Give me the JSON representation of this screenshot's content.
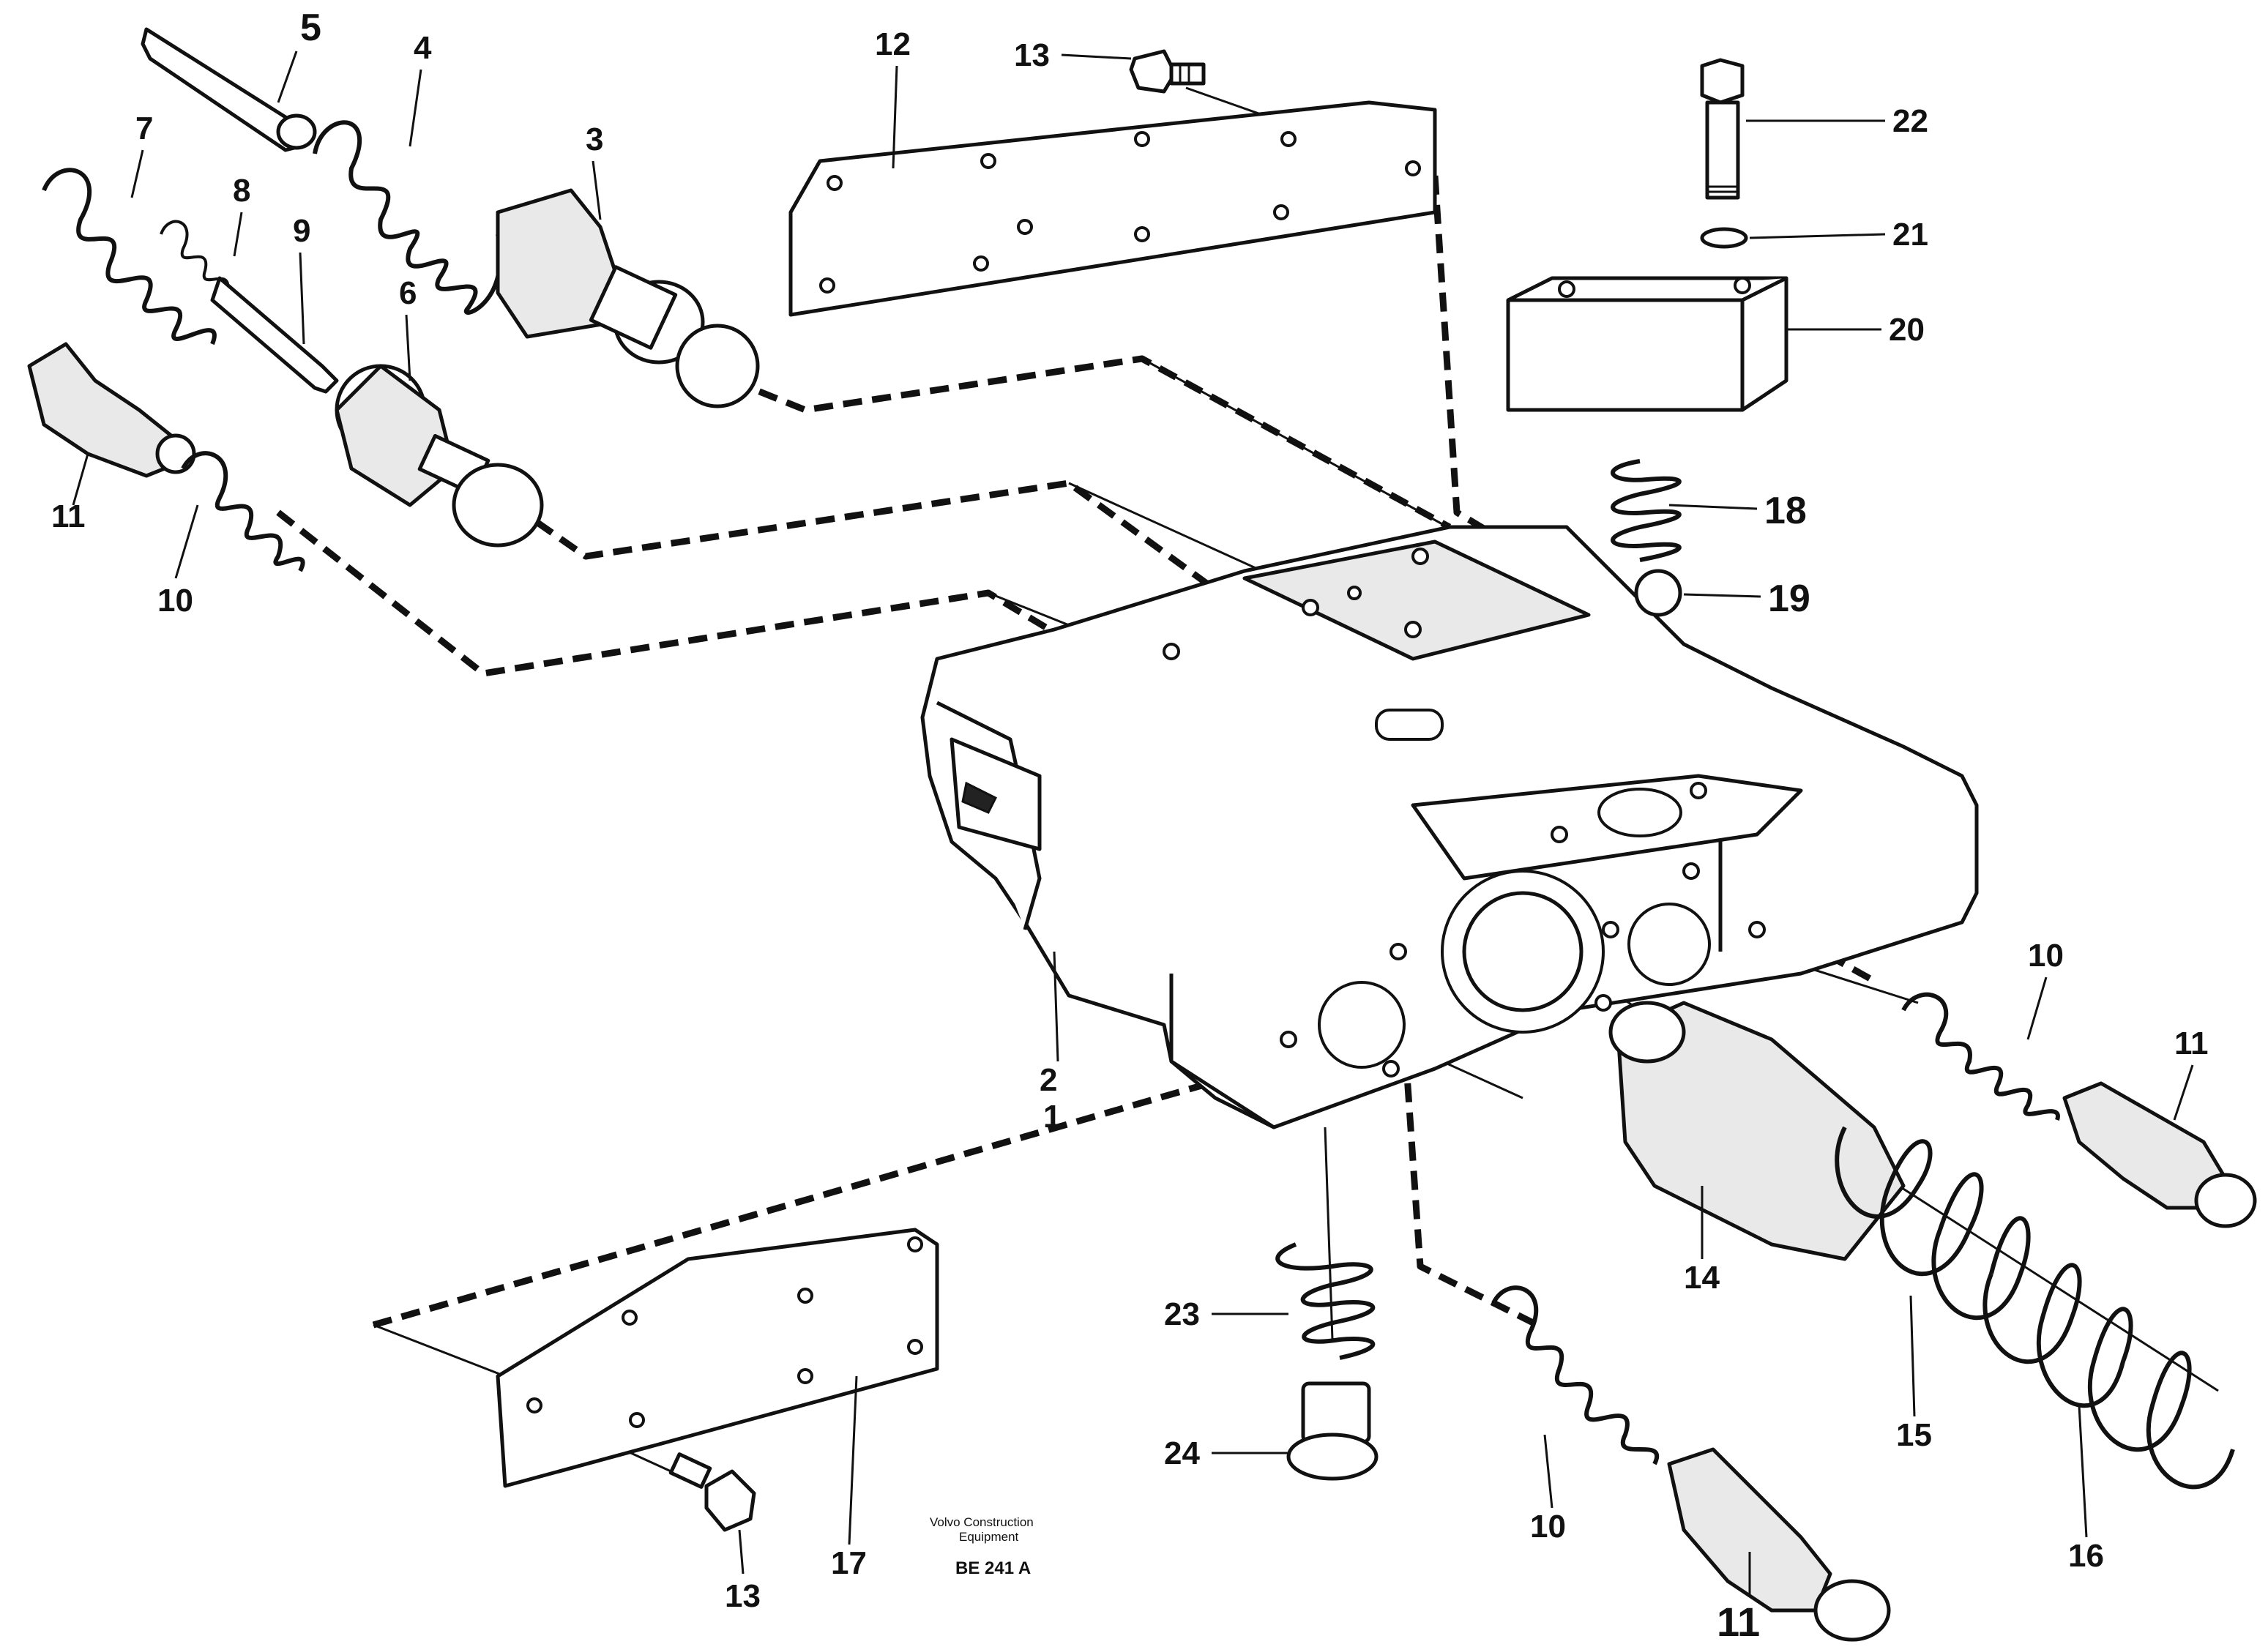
{
  "diagram": {
    "part_numbers": [
      "1",
      "2",
      "3",
      "4",
      "5",
      "6",
      "7",
      "8",
      "9",
      "10",
      "11",
      "12",
      "13",
      "14",
      "15",
      "16",
      "17",
      "18",
      "19",
      "20",
      "21",
      "22",
      "23",
      "24"
    ],
    "callouts": {
      "p1": "1",
      "p2": "2",
      "p3": "3",
      "p4": "4",
      "p5": "5",
      "p6": "6",
      "p7": "7",
      "p8": "8",
      "p9": "9",
      "p10a": "10",
      "p10b": "10",
      "p10c": "10",
      "p11a": "11",
      "p11b": "11",
      "p11c": "11",
      "p12": "12",
      "p13a": "13",
      "p13b": "13",
      "p14": "14",
      "p15": "15",
      "p16": "16",
      "p17": "17",
      "p18": "18",
      "p19": "19",
      "p20": "20",
      "p21": "21",
      "p22": "22",
      "p23": "23",
      "p24": "24"
    },
    "publisher_line1": "Volvo Construction",
    "publisher_line2": "Equipment",
    "drawing_code": "BE 241 A"
  }
}
